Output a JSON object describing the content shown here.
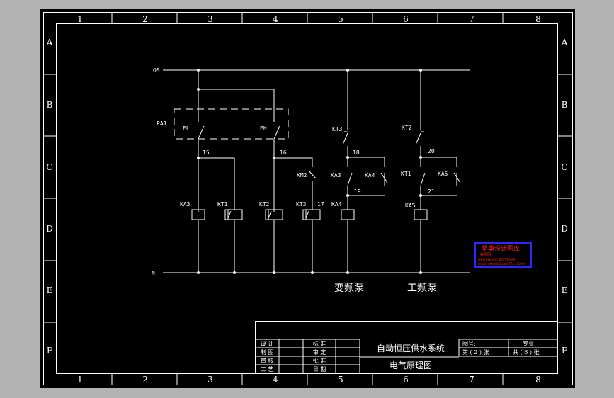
{
  "grid": {
    "columns": [
      "1",
      "2",
      "3",
      "4",
      "5",
      "6",
      "7",
      "8"
    ],
    "rows": [
      "A",
      "B",
      "C",
      "D",
      "E",
      "F"
    ]
  },
  "bus": {
    "top": "OS",
    "bottom": "N"
  },
  "devices": {
    "pa1": "PA1",
    "el": "EL",
    "eh": "EH",
    "ka3": "KA3",
    "kt1": "KT1",
    "kt2": "KT2",
    "kt3": "KT3",
    "km2": "KM2",
    "kt3b": "KT3",
    "ka3b": "KA3",
    "ka4c": "KA4",
    "ka4": "KA4",
    "kt2b": "KT2",
    "kt1b": "KT1",
    "ka5c": "KA5",
    "ka5": "KA5"
  },
  "nodes": [
    "15",
    "16",
    "17",
    "18",
    "19",
    "20",
    "21"
  ],
  "captions": {
    "vfd_pump": "变频泵",
    "mains_pump": "工频泵"
  },
  "stamp": {
    "line1": "星鼎设计图库",
    "line2": "好图网",
    "line3": "www.xxx.com  精品工程图纸",
    "line4": "Email: xxx@163.com  TEL:130000"
  },
  "colors": {
    "stamp_border": "#2a2aff",
    "stamp_text": "#ff2020"
  },
  "titleblock": {
    "design": "设 计",
    "draw": "制 图",
    "check": "审 核",
    "process": "工 艺",
    "standard": "标 准",
    "review": "审 定",
    "approve": "批 准",
    "date": "日 期",
    "project": "自动恒压供水系统",
    "drawing": "电气原理图",
    "drawing_no": "图号:",
    "major": "专业:",
    "sheet": "第 ( 2 ) 张",
    "total": "共 ( 6 ) 张"
  }
}
